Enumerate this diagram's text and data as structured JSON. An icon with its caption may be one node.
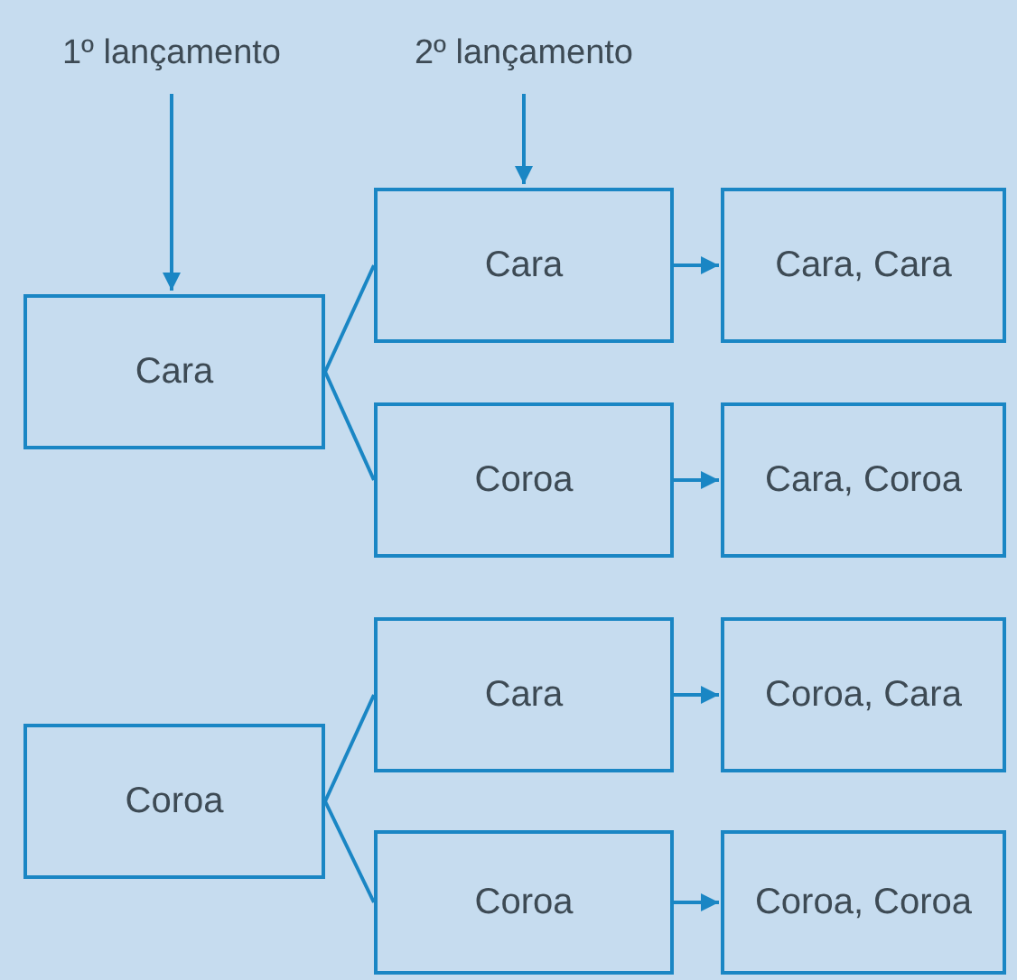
{
  "diagram": {
    "nodes": [
      {
        "text": [
          "1º lançamento"
        ]
      },
      {
        "text": [
          "2º lançamento"
        ]
      },
      {
        "text": [
          "Cara"
        ]
      },
      {
        "text": [
          "Cara"
        ]
      },
      {
        "text": [
          "Cara, Cara"
        ]
      },
      {
        "text": [
          "Coroa"
        ]
      },
      {
        "text": [
          "Cara, Coroa"
        ]
      },
      {
        "text": [
          "Coroa"
        ]
      },
      {
        "text": [
          "Cara"
        ]
      },
      {
        "text": [
          "Coroa, Cara"
        ]
      },
      {
        "text": [
          "Coroa"
        ]
      },
      {
        "text": [
          "Coroa, Coroa"
        ]
      }
    ],
    "edges": [
      {
        "from": 0,
        "to": 2,
        "arrow": "to"
      },
      {
        "from": 1,
        "to": 3,
        "arrow": "to"
      },
      {
        "from": 2,
        "to": 3,
        "arrow": "none"
      },
      {
        "from": 2,
        "to": 5,
        "arrow": "none"
      },
      {
        "from": 3,
        "to": 4,
        "arrow": "to"
      },
      {
        "from": 5,
        "to": 6,
        "arrow": "to"
      },
      {
        "from": 7,
        "to": 8,
        "arrow": "none"
      },
      {
        "from": 7,
        "to": 10,
        "arrow": "none"
      },
      {
        "from": 8,
        "to": 9,
        "arrow": "to"
      },
      {
        "from": 10,
        "to": 11,
        "arrow": "to"
      }
    ]
  }
}
